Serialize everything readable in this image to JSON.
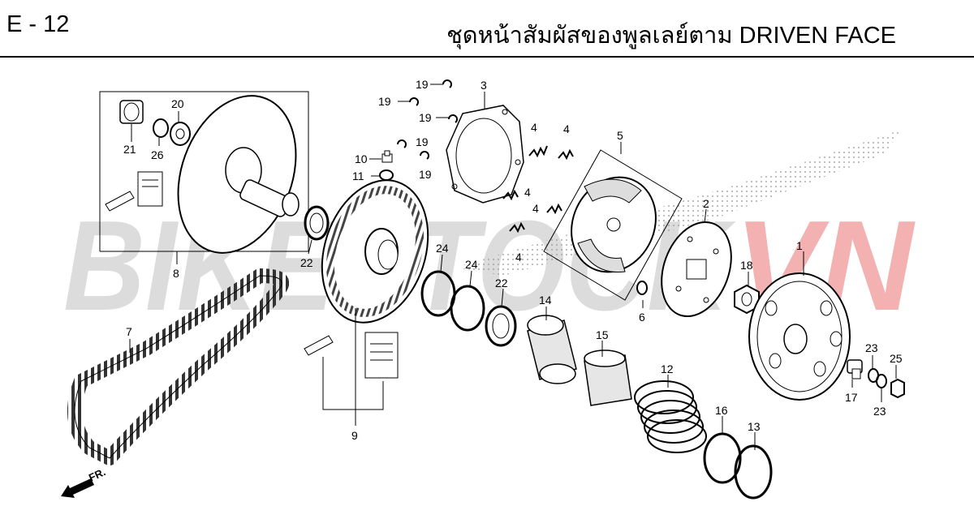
{
  "header": {
    "code": "E - 12",
    "title": "ชุดหน้าสัมผัสของพูลเลย์ตาม  DRIVEN FACE"
  },
  "watermark": {
    "text_gray": "BIKESTOCK",
    "text_red": "VN",
    "gray": "#9a9a9a",
    "red": "#e02020"
  },
  "direction_label": "FR.",
  "callouts": [
    {
      "id": "1",
      "text": "1"
    },
    {
      "id": "2",
      "text": "2"
    },
    {
      "id": "3",
      "text": "3"
    },
    {
      "id": "4a",
      "text": "4"
    },
    {
      "id": "4b",
      "text": "4"
    },
    {
      "id": "4c",
      "text": "4"
    },
    {
      "id": "4d",
      "text": "4"
    },
    {
      "id": "4e",
      "text": "4"
    },
    {
      "id": "5",
      "text": "5"
    },
    {
      "id": "6",
      "text": "6"
    },
    {
      "id": "7",
      "text": "7"
    },
    {
      "id": "8",
      "text": "8"
    },
    {
      "id": "9",
      "text": "9"
    },
    {
      "id": "10",
      "text": "10"
    },
    {
      "id": "11",
      "text": "11"
    },
    {
      "id": "12",
      "text": "12"
    },
    {
      "id": "13",
      "text": "13"
    },
    {
      "id": "14",
      "text": "14"
    },
    {
      "id": "15",
      "text": "15"
    },
    {
      "id": "16",
      "text": "16"
    },
    {
      "id": "17",
      "text": "17"
    },
    {
      "id": "18",
      "text": "18"
    },
    {
      "id": "19a",
      "text": "19"
    },
    {
      "id": "19b",
      "text": "19"
    },
    {
      "id": "19c",
      "text": "19"
    },
    {
      "id": "19d",
      "text": "19"
    },
    {
      "id": "19e",
      "text": "19"
    },
    {
      "id": "20",
      "text": "20"
    },
    {
      "id": "21",
      "text": "21"
    },
    {
      "id": "22a",
      "text": "22"
    },
    {
      "id": "22b",
      "text": "22"
    },
    {
      "id": "23a",
      "text": "23"
    },
    {
      "id": "23b",
      "text": "23"
    },
    {
      "id": "24a",
      "text": "24"
    },
    {
      "id": "24b",
      "text": "24"
    },
    {
      "id": "25",
      "text": "25"
    },
    {
      "id": "26",
      "text": "26"
    }
  ]
}
